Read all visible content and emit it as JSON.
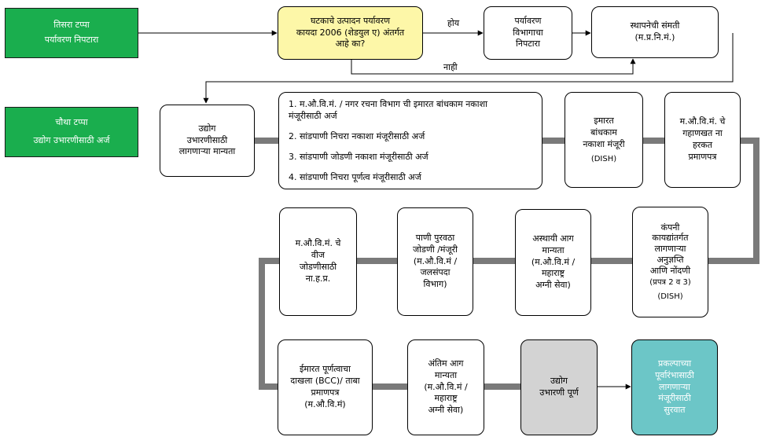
{
  "stage3": {
    "lines": [
      "तिसरा टप्पा",
      "पर्यावरण निपटारा"
    ]
  },
  "stage4": {
    "lines": [
      "चौथा टप्पा",
      "उद्योग उभारणीसाठी अर्ज"
    ]
  },
  "question": {
    "lines": [
      "घटकाचे उत्पादन पर्यावरण",
      "कायदा 2006 (शेडयुल ए) अंतर्गत",
      "आहे का?"
    ]
  },
  "yes_label": "होय",
  "no_label": "नाही",
  "env_clearance": {
    "lines": [
      "पर्यावरण",
      "विभागाचा",
      "निपटारा"
    ]
  },
  "local_consent": {
    "lines": [
      "स्थापनेची संमती",
      "(म.प्र.नि.मं.)"
    ]
  },
  "industry_permit": {
    "lines": [
      "उद्योग",
      "उभारणीसाठी",
      "लागणाऱ्या मान्यता"
    ]
  },
  "applications": [
    "1. म.औ.वि.मं. / नगर रचना विभाग ची इमारत   बांधकाम नकाशा मंजूरीसाठी अर्ज",
    "2. सांडपाणी निचरा नकाशा मंजूरीसाठी अर्ज",
    "3.  सांडपाणी जोडणी नकाशा मंजूरीसाठी अर्ज",
    "4.  सांडपाणी निचरा पूर्णत्व मंजूरीसाठी अर्ज"
  ],
  "building_plan": {
    "lines": [
      "इमारत",
      "बांधकाम",
      "नकाशा मंजूरी",
      "(DISH)"
    ]
  },
  "midc_noc": {
    "lines": [
      "म.औ.वि.मं. चे",
      "गहाणखत ना",
      "हरकत",
      "प्रमाणपत्र"
    ]
  },
  "company_law": {
    "lines": [
      "कंपनी",
      "कायद्यांतर्गत",
      "लागणाऱ्या",
      "अनुज्ञप्ति",
      "आणि नोंदणी",
      "(प्रपत्र 2 व 3)",
      "(DISH)"
    ]
  },
  "temp_fire": {
    "lines": [
      "अस्थायी आग",
      "मान्यता",
      "(म.औ.वि.मं /",
      "महाराष्ट्र",
      "अग्नी सेवा)"
    ]
  },
  "water_supply": {
    "lines": [
      "पाणी पुरवठा",
      "जोडणी /मंजूरी",
      "(म.औ.वि.मं /",
      "जलसंपदा",
      "विभाग)"
    ]
  },
  "electricity_noc": {
    "lines": [
      "म.औ.वि.मं. चे",
      "वीज",
      "जोडणीसाठी",
      "ना.ह.प्र."
    ]
  },
  "bcc": {
    "lines": [
      "ईमारत पूर्णत्वाचा",
      "दाखला (BCC)/ ताबा",
      "प्रमाणपत्र",
      "(म.औ.वि.मं)"
    ]
  },
  "final_fire": {
    "lines": [
      "अंतिम आग",
      "मान्यता",
      "(म.औ.वि.मं /",
      "महाराष्ट्र",
      "अग्नी सेवा)"
    ]
  },
  "setup_complete": {
    "lines": [
      "उद्योग",
      "उभारणी पूर्ण"
    ]
  },
  "project_start": {
    "lines": [
      "प्रकल्पाच्या",
      "पूर्वारंभासाठी",
      "लागणाऱ्या",
      "मंजूरीसाठी",
      "सुरवात"
    ]
  },
  "colors": {
    "green": "#1aae4e",
    "yellow": "#fdf7a8",
    "gray": "#d3d3d3",
    "teal": "#6cc6c7",
    "connector": "#7a7a7a"
  }
}
